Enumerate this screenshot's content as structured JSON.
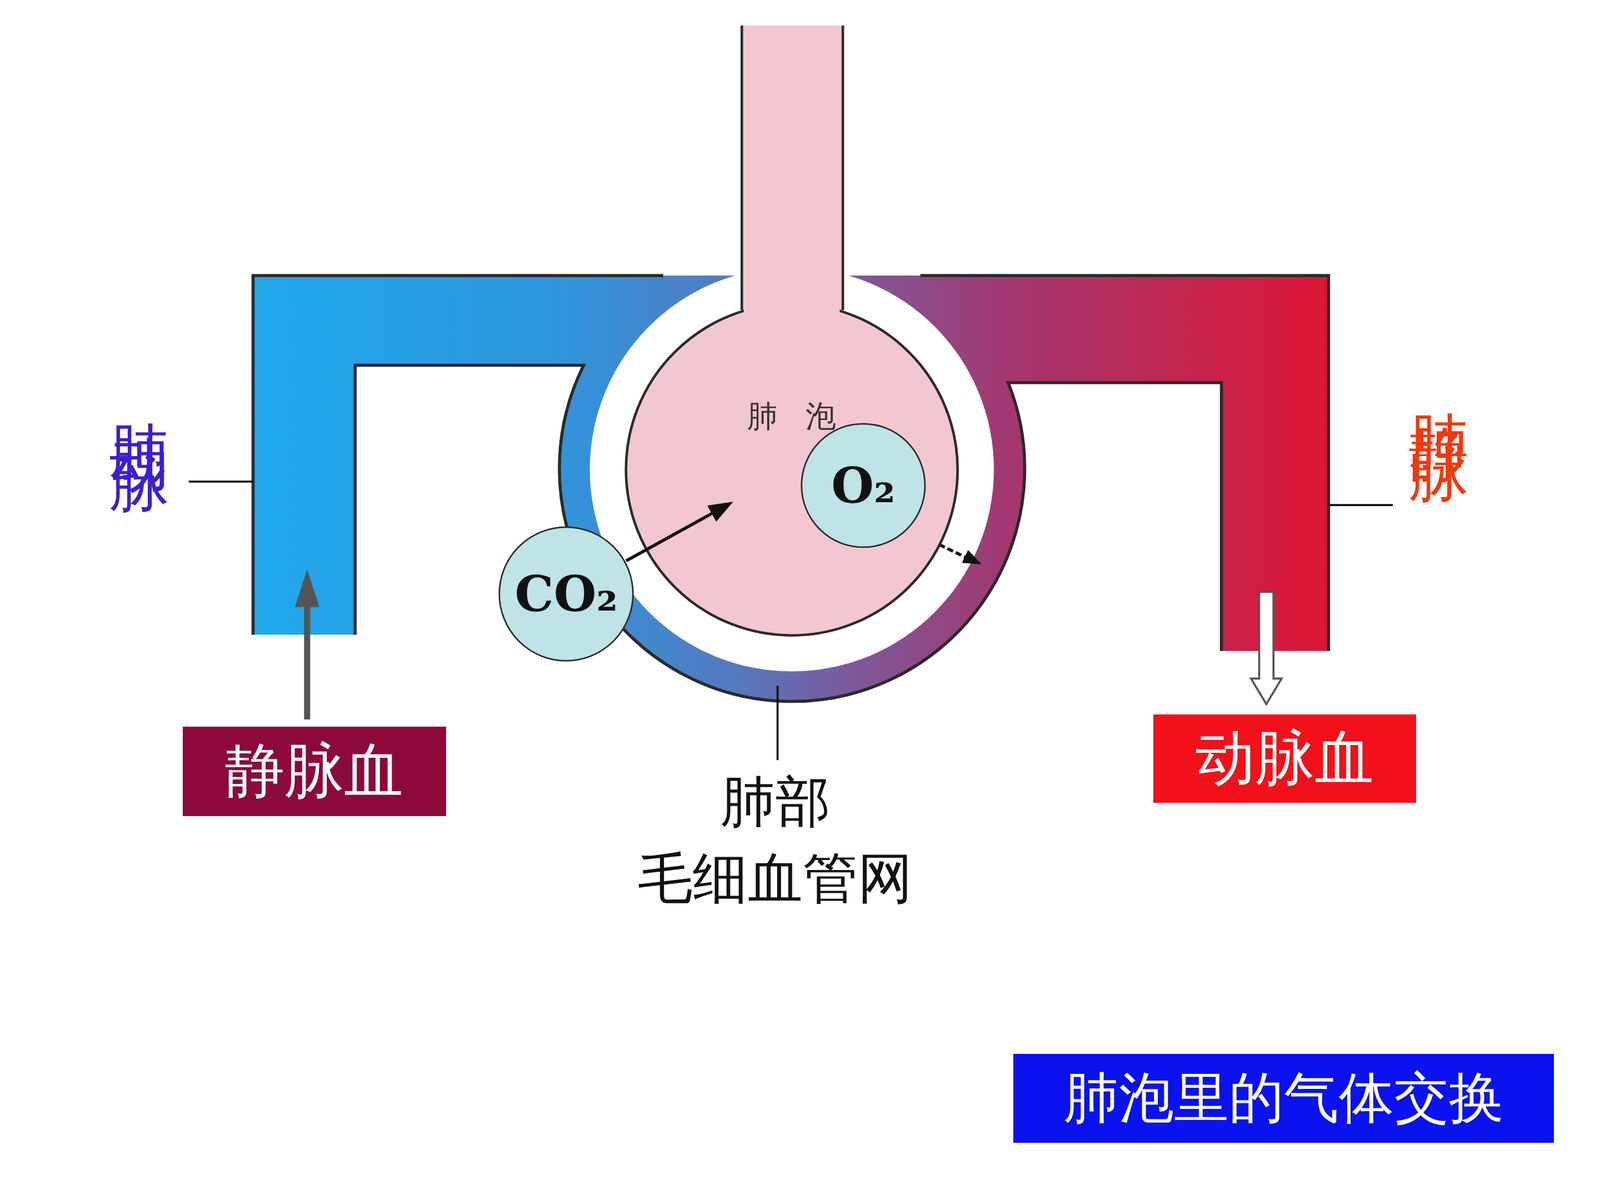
{
  "diagram": {
    "title": "肺泡里的气体交换",
    "nodes": [
      {
        "text": [
          "肺泡"
        ]
      },
      {
        "text": [
          "O₂"
        ],
        "in": 0
      },
      {
        "text": [
          "CO₂"
        ]
      },
      {
        "text": [
          "静脉血"
        ]
      },
      {
        "text": [
          "动脉血"
        ]
      }
    ],
    "edges": [
      {
        "from": 2,
        "to": 0,
        "arrow": "to"
      }
    ],
    "labels": [
      "肺动脉",
      "肺静脉",
      "肺部 毛细血管网"
    ]
  }
}
